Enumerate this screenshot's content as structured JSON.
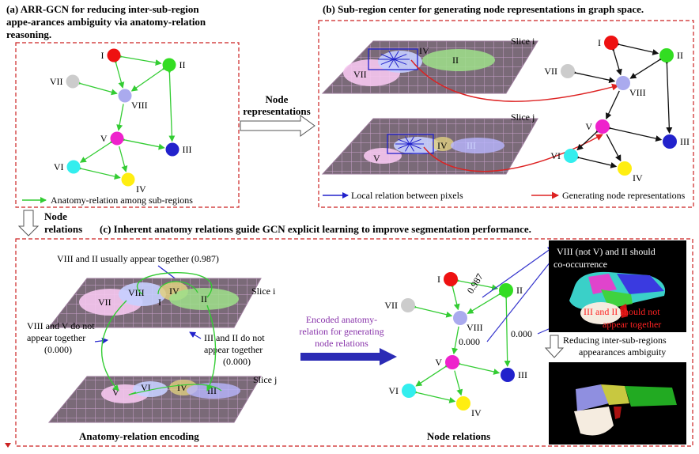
{
  "panel_a": {
    "title_lines": [
      "(a) ARR-GCN  for reducing inter-sub-region",
      "appe-arances ambiguity via anatomy-relation",
      "reasoning."
    ],
    "legend": "Anatomy-relation among sub-regions"
  },
  "panel_b": {
    "title": "(b) Sub-region center for generating  node representations in graph space.",
    "slice_i": "Slice i",
    "slice_j": "Slice j",
    "legend_local": "Local relation between pixels",
    "legend_generating": "Generating node representations"
  },
  "panel_c": {
    "title": "(c) Inherent anatomy relations  guide GCN explicit learning to improve segmentation performance.",
    "viii_ii": "VIII and II usually appear  together (0.987)",
    "viii_v_lines": [
      "VIII and V do not",
      "appear together",
      "(0.000)"
    ],
    "iii_ii_lines": [
      "III and II do not",
      "appear together",
      "(0.000)"
    ],
    "slice_i": "Slice i",
    "slice_j": "Slice j",
    "encoded_lines": [
      "Encoded anatomy-",
      "relation for generating",
      "node relations"
    ],
    "encoding_caption": "Anatomy-relation encoding",
    "node_relations_caption": "Node relations",
    "val_0987": "0.987",
    "val_0000a": "0.000",
    "val_0000b": "0.000",
    "box1_lines": [
      "VIII (not V) and II should",
      "co-occurrence"
    ],
    "box1_red_lines": [
      "III  and II should not",
      "appear together"
    ],
    "reducing_lines": [
      "Reducing inter-sub-regions",
      "appearances ambiguity"
    ]
  },
  "arrows": {
    "node_repr_lines": [
      "Node",
      "representations"
    ],
    "node_rel_lines": [
      "Node",
      "relations"
    ]
  },
  "nodes": {
    "I": "I",
    "II": "II",
    "III": "III",
    "IV": "IV",
    "V": "V",
    "VI": "VI",
    "VII": "VII",
    "VIII": "VIII"
  },
  "colors": {
    "I": "#ee1111",
    "II": "#33dd22",
    "III": "#2222cc",
    "IV": "#ffee11",
    "V": "#ee22cc",
    "VI": "#33eeee",
    "VII": "#cccccc",
    "VIII": "#aaaaee",
    "edge": "#33cc33",
    "dashed_box": "#cc2222",
    "local_arrow": "#2222cc",
    "gen_arrow": "#dd2222",
    "encoded_arrow": "#3333aa",
    "encoded_text": "#8833aa"
  }
}
